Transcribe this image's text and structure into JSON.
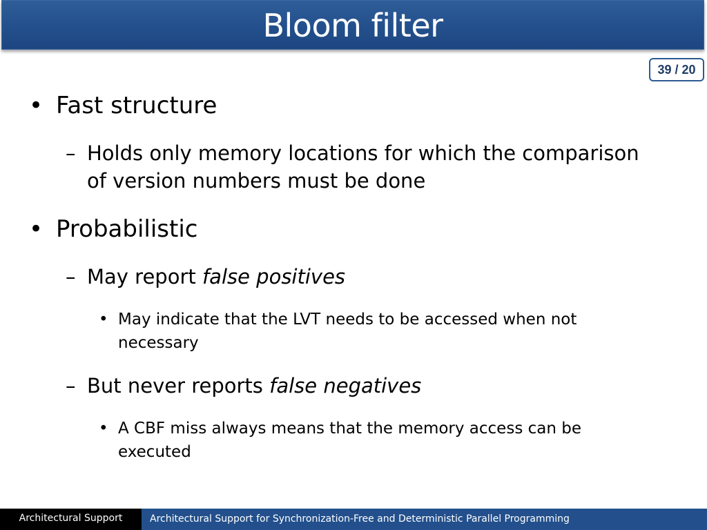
{
  "slide": {
    "title": "Bloom filter",
    "page_counter": "39 / 20"
  },
  "bullets": {
    "b1": {
      "marker": "•",
      "text": "Fast structure"
    },
    "b1_1": {
      "marker": "–",
      "line1": "Holds only memory locations for which the comparison",
      "line2": "of version numbers must be done"
    },
    "b2": {
      "marker": "•",
      "text": "Probabilistic"
    },
    "b2_1": {
      "marker": "–",
      "prefix": "May report ",
      "emphasis": "false positives"
    },
    "b2_1_1": {
      "marker": "•",
      "line1": "May indicate that the LVT needs to be accessed when not",
      "line2": "necessary"
    },
    "b2_2": {
      "marker": "–",
      "prefix": "But never reports ",
      "emphasis": "false negatives"
    },
    "b2_2_1": {
      "marker": "•",
      "line1": "A CBF miss always means that the memory access can be",
      "line2": "executed"
    }
  },
  "footer": {
    "left": "Architectural Support",
    "right": "Architectural Support for Synchronization-Free and Deterministic Parallel Programming"
  },
  "colors": {
    "title_bar": "#23508c",
    "footer_left_bg": "#000000",
    "footer_right_bg": "#23508c",
    "page_counter_border": "#2c5a91"
  }
}
